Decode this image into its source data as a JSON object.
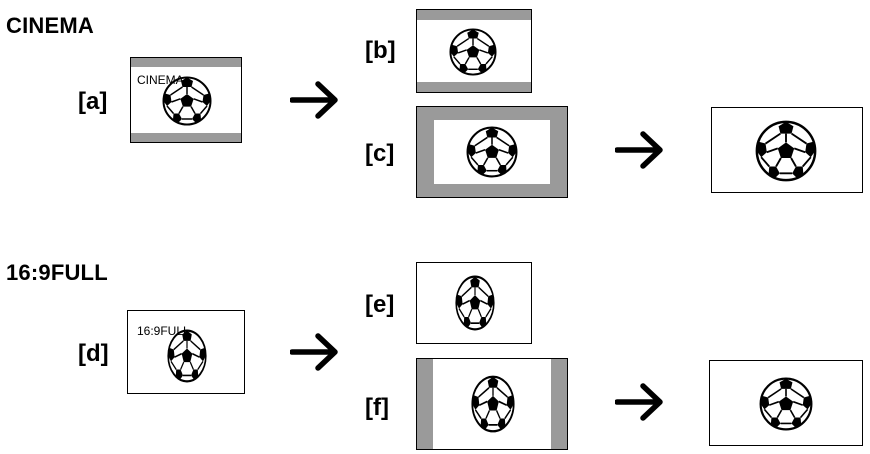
{
  "sections": {
    "cinema": {
      "title": "CINEMA",
      "source_label": "[a]",
      "source_overlay": "CINEMA",
      "result_labels": [
        "[b]",
        "[c]"
      ]
    },
    "full169": {
      "title": "16:9FULL",
      "source_label": "[d]",
      "source_overlay": "16:9FULL",
      "result_labels": [
        "[e]",
        "[f]"
      ]
    }
  },
  "colors": {
    "letterbox_bar": "#9a9a9a",
    "frame_border": "#000000"
  },
  "icons": {
    "ball": "soccer-ball-icon",
    "arrow": "right-arrow-icon"
  }
}
